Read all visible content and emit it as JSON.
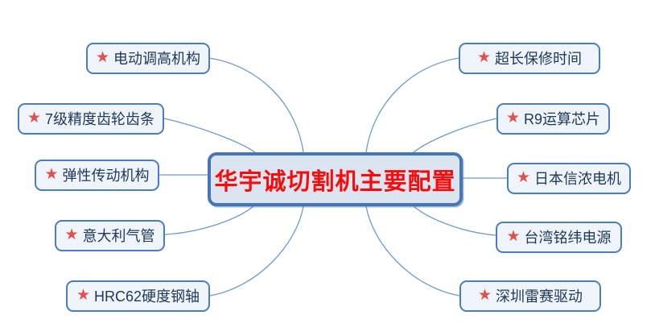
{
  "center": {
    "label": "华宇诚切割机主要配置"
  },
  "icons": {
    "star": "★"
  },
  "colors": {
    "node_border": "#4a7ebb",
    "node_fill": "#eff4fb",
    "center_border": "#4577b8",
    "center_fill": "#dbe5f1",
    "center_text": "#f90b0b",
    "label_text": "#20395a",
    "star": "#e0504e",
    "connector": "#6e9ad0"
  },
  "left_nodes": [
    {
      "label": "电动调高机构"
    },
    {
      "label": "7级精度齿轮齿条"
    },
    {
      "label": "弹性传动机构"
    },
    {
      "label": "意大利气管"
    },
    {
      "label": "HRC62硬度钢轴"
    }
  ],
  "right_nodes": [
    {
      "label": "超长保修时间"
    },
    {
      "label": "R9运算芯片"
    },
    {
      "label": "日本信浓电机"
    },
    {
      "label": "台湾铭纬电源"
    },
    {
      "label": "深圳雷赛驱动"
    }
  ]
}
